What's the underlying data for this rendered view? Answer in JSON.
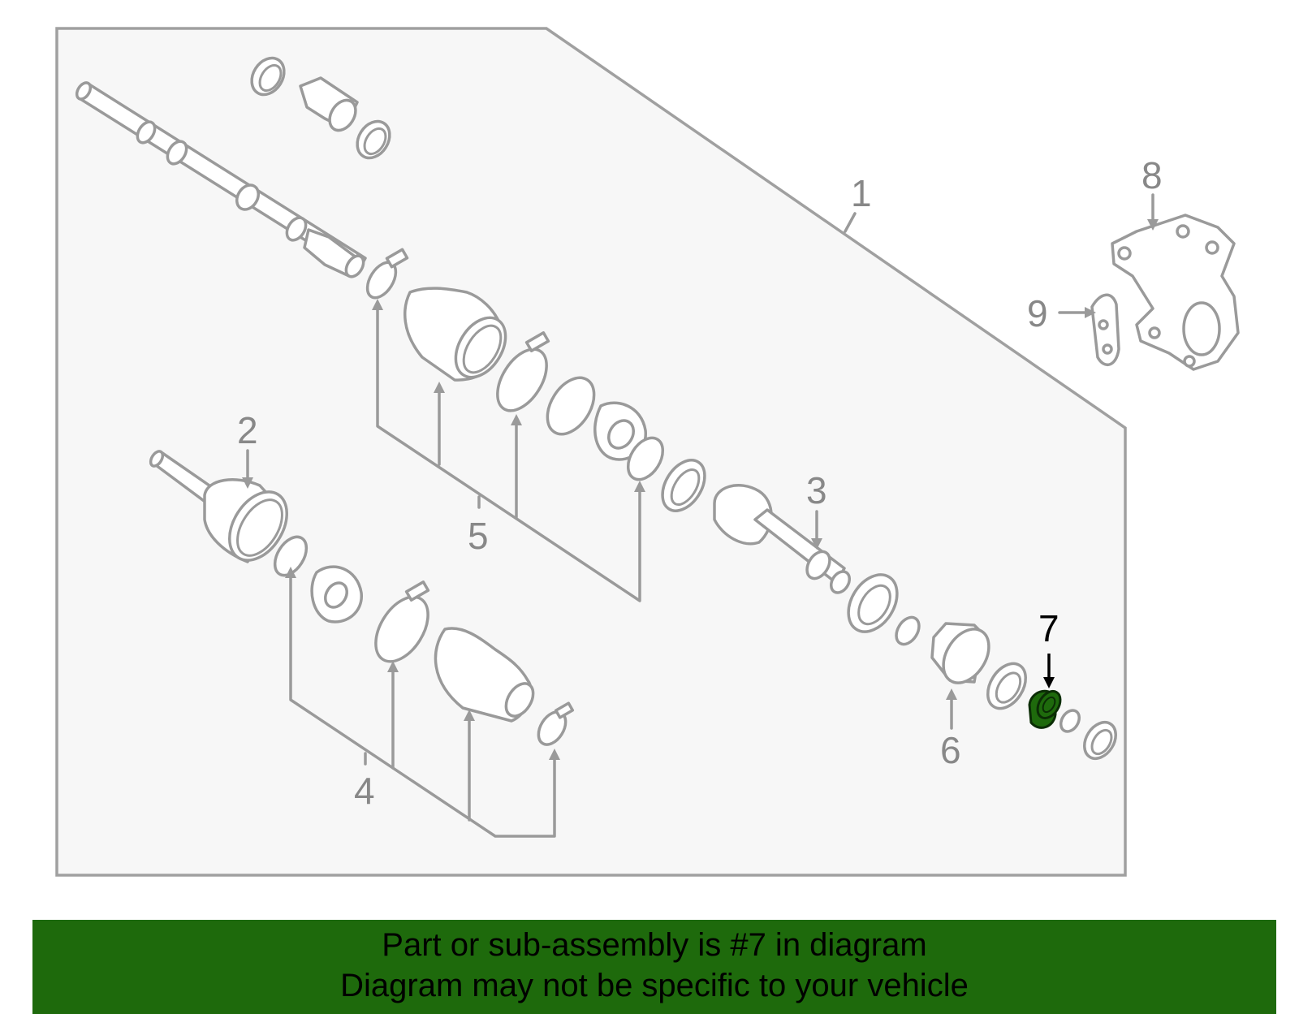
{
  "callouts": {
    "c1": "1",
    "c2": "2",
    "c3": "3",
    "c4": "4",
    "c5": "5",
    "c6": "6",
    "c7": "7",
    "c8": "8",
    "c9": "9"
  },
  "highlighted_part": "7",
  "colors": {
    "panel_fill": "#f7f7f7",
    "line_gray": "#9a9a9a",
    "highlight_fill": "#1e6a0c",
    "banner_bg": "#1e6a0c"
  },
  "banner": {
    "line1": "Part or sub-assembly is #7 in diagram",
    "line2": "Diagram may not be specific to your vehicle"
  }
}
